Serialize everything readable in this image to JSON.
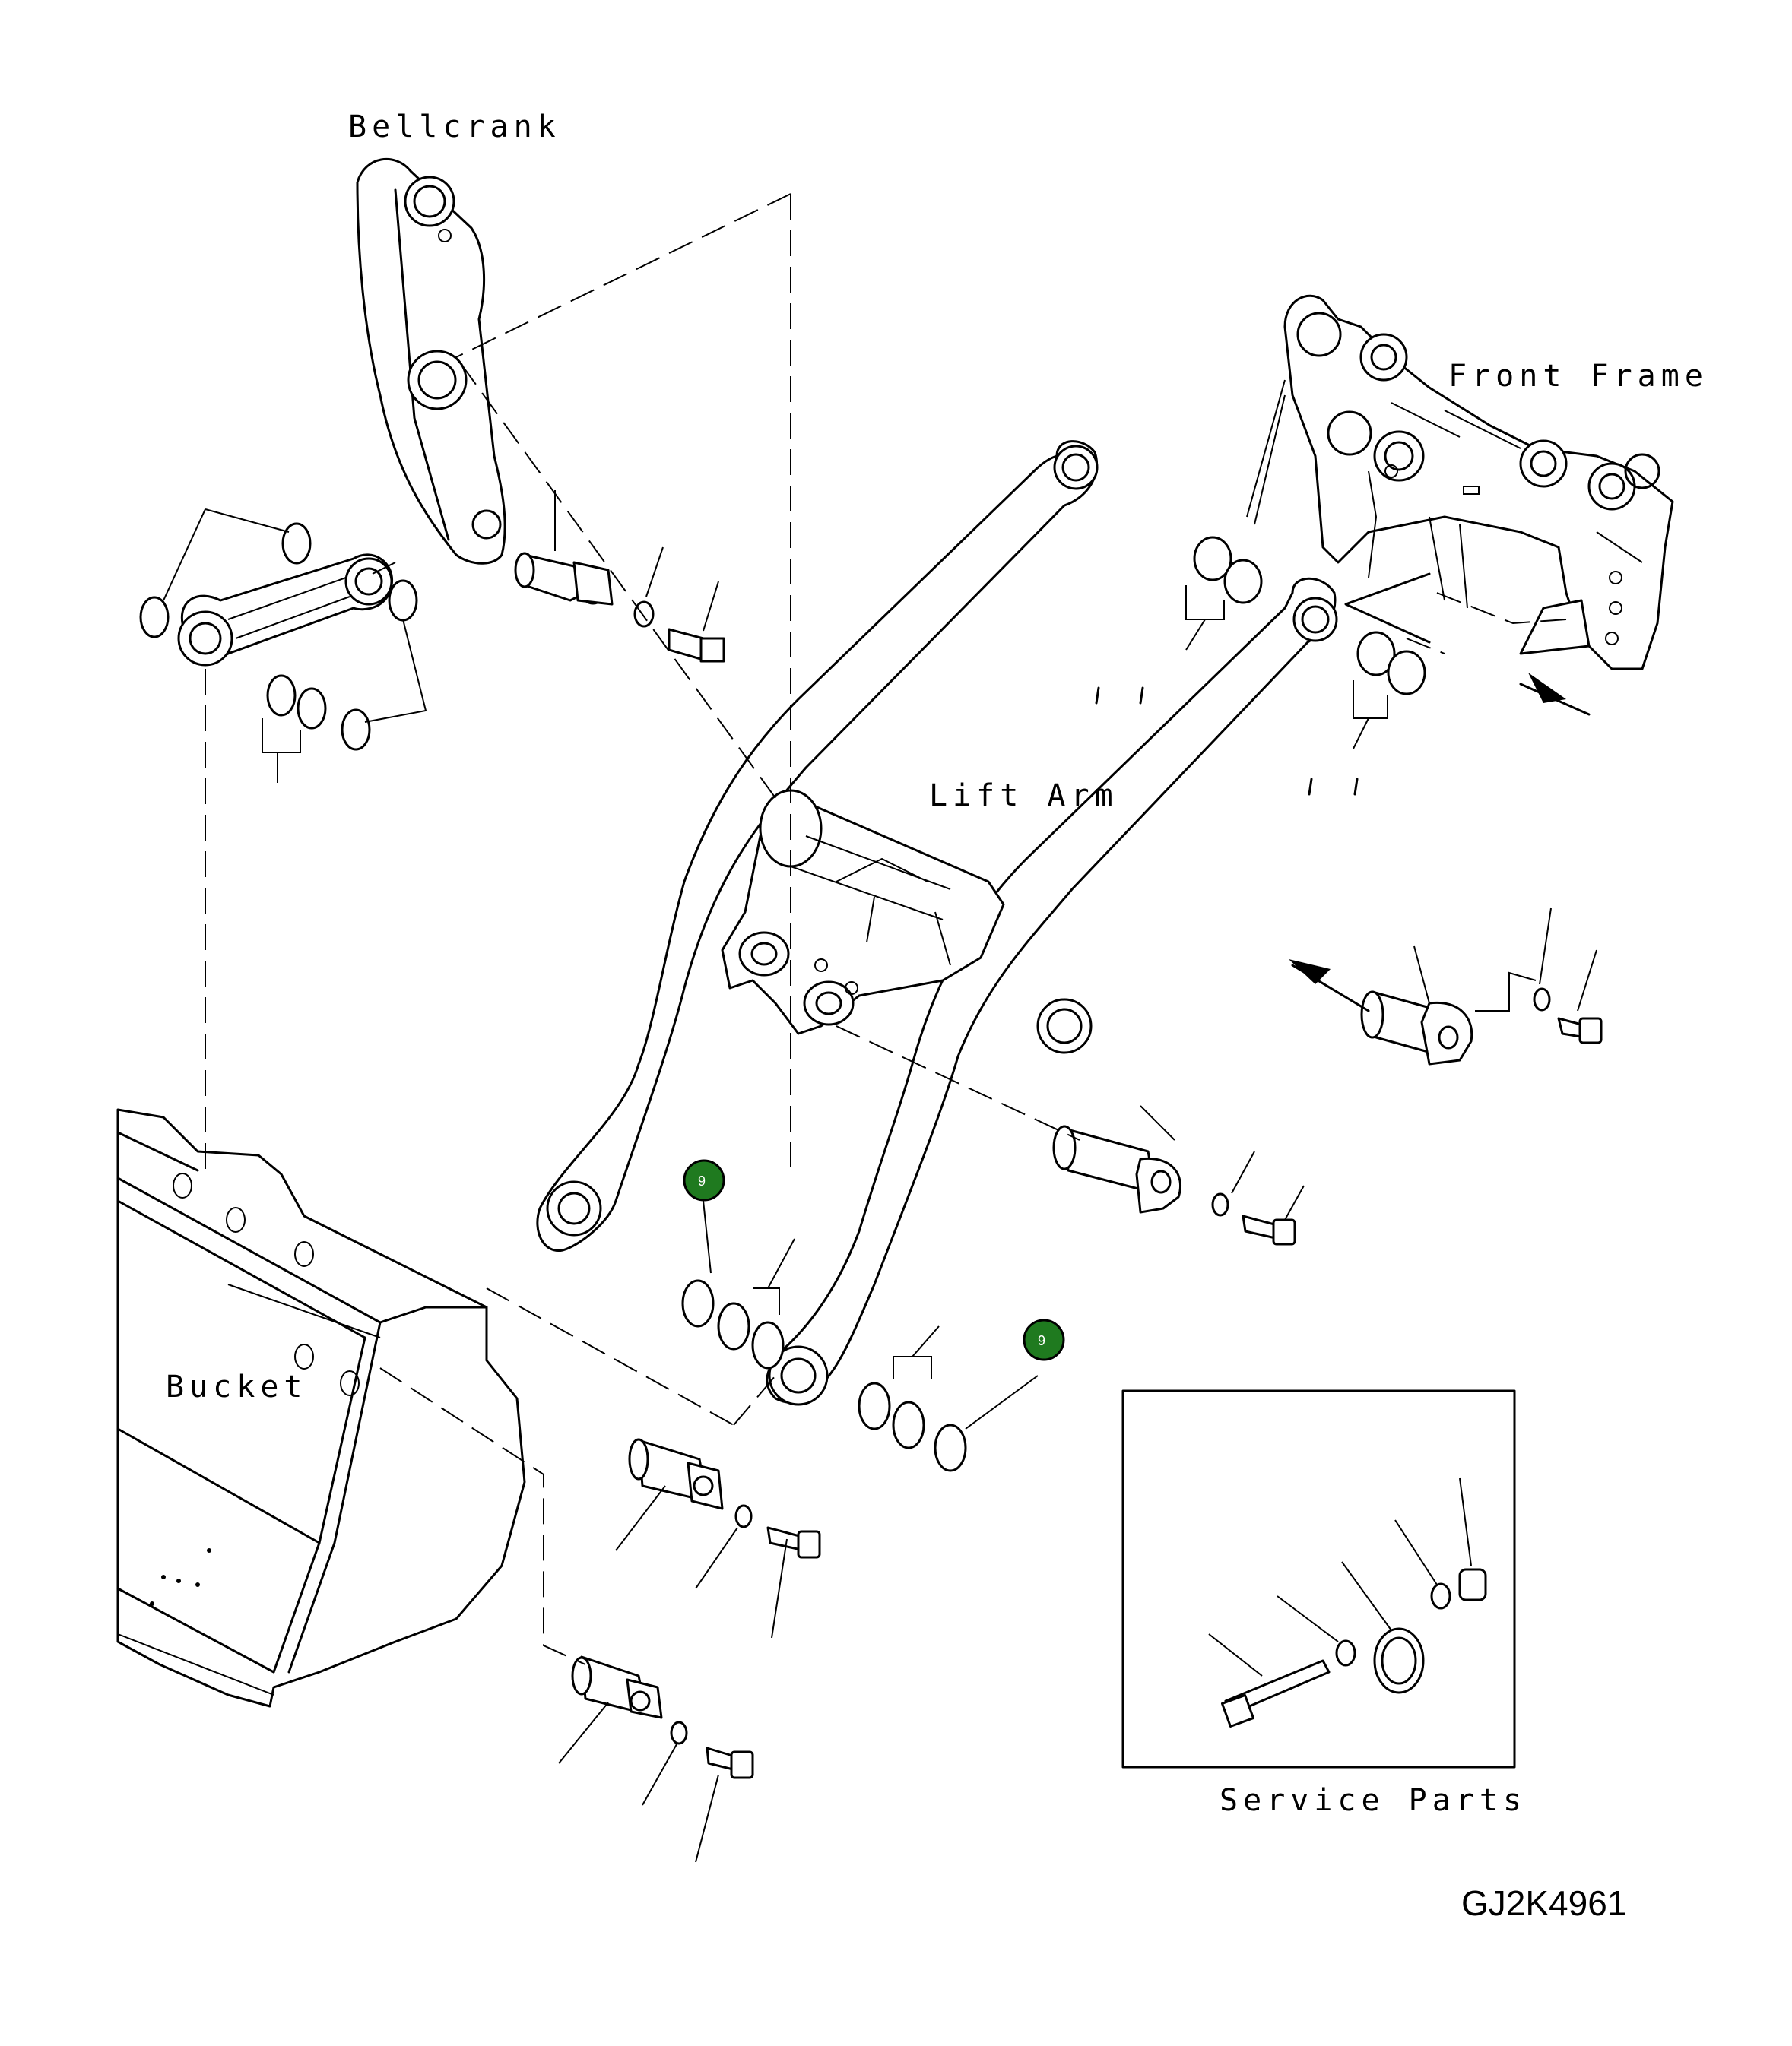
{
  "labels": {
    "bellcrank": "Bellcrank",
    "front_frame": "Front Frame",
    "lift_arm": "Lift Arm",
    "bucket": "Bucket",
    "service_parts": "Service Parts",
    "drawing_code": "GJ2K4961"
  },
  "callouts": [
    {
      "number": "9",
      "color": "#1f7a1f"
    },
    {
      "number": "9",
      "color": "#1f7a1f"
    }
  ]
}
